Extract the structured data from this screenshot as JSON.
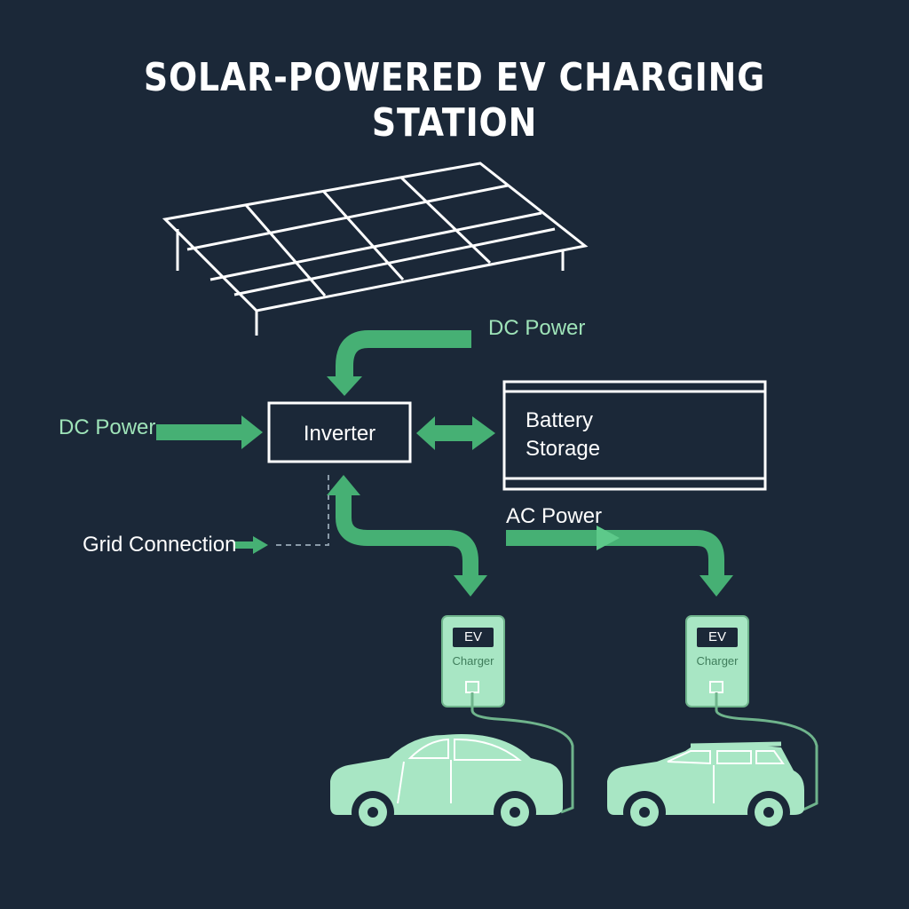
{
  "title": "SOLAR-POWERED EV CHARGING STATION",
  "labels": {
    "dc_power_top": "DC Power",
    "dc_power_left": "DC Power",
    "inverter": "Inverter",
    "battery_line1": "Battery",
    "battery_line2": "Storage",
    "grid_connection": "Grid Connection",
    "ac_power": "AC Power"
  },
  "chargers": [
    {
      "tag": "EV",
      "sub": "Charger"
    },
    {
      "tag": "EV",
      "sub": "Charger"
    }
  ],
  "colors": {
    "background": "#1b2838",
    "arrow_green": "#46b074",
    "device_mint": "#a8e6c4",
    "outline": "#ffffff"
  }
}
